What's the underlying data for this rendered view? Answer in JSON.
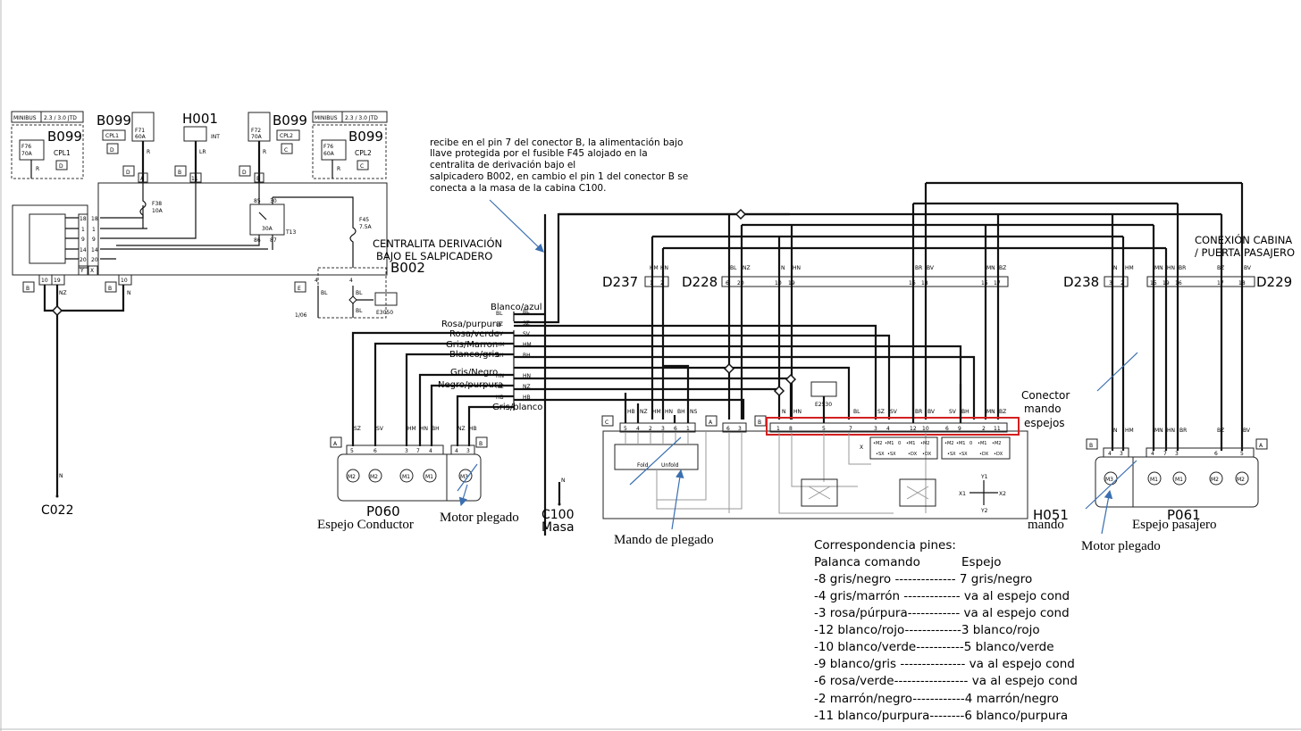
{
  "fuse_boxes": {
    "f1": {
      "top_left": "MINIBUS",
      "top_right": "2.3 / 3.0 JTD",
      "name": "B099",
      "fuse": "F76",
      "amps": "70A",
      "cpl": "CPL1",
      "letter": "D",
      "wire": "R"
    },
    "f2": {
      "name": "B099",
      "cpl": "CPL1",
      "fuse": "F71",
      "amps": "60A",
      "letter": "D",
      "wire": "R"
    },
    "f3": {
      "name": "H001",
      "pin": "INT",
      "letter": "B",
      "wire": "LR"
    },
    "f4": {
      "name": "B099",
      "cpl": "CPL2",
      "fuse": "F72",
      "amps": "70A",
      "letter": "C",
      "wire": "R"
    },
    "f5": {
      "top_left": "MINIBUS",
      "top_right": "2.3 / 3.0 JTD",
      "name": "B099",
      "fuse": "F76",
      "amps": "60A",
      "cpl": "CPL2",
      "letter": "C",
      "wire": "R"
    }
  },
  "centralita": {
    "title_1": "CENTRALITA DERIVACIÓN",
    "title_2": "BAJO EL SALPICADERO",
    "code": "B002",
    "fuse_f38": "F38",
    "fuse_f38_amps": "10A",
    "fuse_f45": "F45",
    "fuse_f45_amps": "7.5A",
    "relay": "T13",
    "relay_amps": "30A",
    "relay_pins": [
      "85",
      "30",
      "86",
      "87"
    ],
    "left_pins": [
      "18",
      "1",
      "9",
      "14",
      "20"
    ],
    "bottom_pins": [
      "10",
      "19",
      "10",
      "4",
      "4"
    ],
    "connector_letters": [
      "D",
      "A",
      "B",
      "D",
      "B",
      "B",
      "B",
      "E",
      "Y",
      "X"
    ],
    "top_pins": [
      "A",
      "11",
      "B"
    ],
    "labels_bl": "BL",
    "e3050": "E3050",
    "page_ref": "1/06"
  },
  "wire_labels": {
    "nz": "NZ",
    "n": "N"
  },
  "grounds": {
    "c022": "C022",
    "c100": "C100",
    "masa": "Masa"
  },
  "annotation_top": [
    "recibe en el pin 7 del conector B, la alimentación bajo",
    "llave protegida por el fusible F45 alojado en la",
    "centralita de derivación bajo el",
    "salpicadero B002, en cambio el pin 1 del conector B se",
    "conecta a la masa de la cabina C100."
  ],
  "harness": [
    {
      "desc": "Blanco/azul",
      "code": "BL"
    },
    {
      "desc": "Rosa/purpura",
      "code": "SZ"
    },
    {
      "desc": "Rosa/verde",
      "code": "SV"
    },
    {
      "desc": "Gris/Marron",
      "code": "HM"
    },
    {
      "desc": "Blanco/gris",
      "code": "BH"
    },
    {
      "desc": "Gris/Negro",
      "code": "HN"
    },
    {
      "desc": "Negro/purpura",
      "code": "NZ"
    },
    {
      "desc": "Gris/blanco",
      "code": "HB"
    }
  ],
  "connectors": {
    "d237": {
      "name": "D237",
      "pins": [
        "1",
        "2"
      ],
      "wires": [
        "HM",
        "HN"
      ]
    },
    "d228": {
      "name": "D228",
      "pins": [
        "6",
        "20",
        "10",
        "19",
        "16",
        "18",
        "15",
        "17"
      ],
      "wires": [
        "BL",
        "NZ",
        "N",
        "HN",
        "BR",
        "BV",
        "MN",
        "BZ"
      ]
    },
    "d238": {
      "name": "D238",
      "pins": [
        "3",
        "2"
      ],
      "wires": [
        "N",
        "HM"
      ]
    },
    "d229": {
      "name": "D229",
      "pins": [
        "15",
        "19",
        "16",
        "17",
        "18"
      ],
      "wires": [
        "MN",
        "HN",
        "BR",
        "BZ",
        "BV"
      ]
    }
  },
  "conexion_cabina": [
    "CONEXIÓN CABINA",
    "/ PUERTA PASAJERO"
  ],
  "p060": {
    "code": "P060",
    "label": "Espejo Conductor",
    "motor_label": "Motor plegado",
    "conn_a": "A",
    "conn_b": "B",
    "pins": [
      "5",
      "6",
      "3",
      "7",
      "4",
      "4",
      "3"
    ],
    "wires": [
      "SZ",
      "SV",
      "HM",
      "HN",
      "BH",
      "NZ",
      "HB"
    ],
    "motors": [
      "M2",
      "M2",
      "M1",
      "M1",
      "M3"
    ]
  },
  "h051": {
    "code": "H051",
    "label": "mando",
    "mando_plegado": "Mando de plegado",
    "conn_c": "C",
    "conn_a": "A",
    "conn_b": "B",
    "c_pins": [
      "5",
      "4",
      "2",
      "3",
      "6",
      "1"
    ],
    "c_wires": [
      "HB",
      "NZ",
      "HM",
      "HN",
      "BH",
      "NS"
    ],
    "a_pins": [
      "6",
      "3"
    ],
    "a_wires": [
      "BL",
      "NZ"
    ],
    "b_pins": [
      "1",
      "8",
      "5",
      "7",
      "3",
      "4",
      "12",
      "10",
      "6",
      "9",
      "2",
      "11"
    ],
    "b_wires": [
      "N",
      "HN",
      "BL",
      "SZ",
      "SV",
      "BR",
      "BV",
      "SV",
      "BH",
      "MN",
      "BZ"
    ],
    "fold": "Fold",
    "unfold": "Unfold",
    "e2530": "E2530",
    "conector_mando": [
      "Conector",
      "mando",
      "espejos"
    ],
    "switch_left": [
      "•M2",
      "•M1",
      "0",
      "•M1",
      "•M2",
      "•SX",
      "•SX",
      "•DX",
      "•DX"
    ],
    "switch_right": [
      "•M2",
      "•M1",
      "0",
      "•M1",
      "•M2",
      "•SX",
      "•SX",
      "•DX",
      "•DX"
    ],
    "axis": [
      "X1",
      "X2",
      "Y1",
      "Y2",
      "X"
    ]
  },
  "p061": {
    "code": "P061",
    "label": "Espejo pasajero",
    "motor_label": "Motor plegado",
    "conn_b": "B",
    "conn_a": "A",
    "pins": [
      "4",
      "3",
      "4",
      "7",
      "3",
      "6",
      "5"
    ],
    "wires": [
      "N",
      "HM",
      "MN",
      "HN",
      "BR",
      "BZ",
      "BV"
    ],
    "motors": [
      "M3",
      "M1",
      "M1",
      "M2",
      "M2"
    ]
  },
  "correspondencia": {
    "title": "Correspondencia pines:",
    "col1": "Palanca comando",
    "col2": "Espejo",
    "rows": [
      "-8 gris/negro -------------- 7 gris/negro",
      "-4 gris/marrón ------------- va al espejo cond",
      "-3 rosa/púrpura------------ va al espejo cond",
      "-12 blanco/rojo-------------3 blanco/rojo",
      "-10 blanco/verde-----------5 blanco/verde",
      "-9 blanco/gris --------------- va al espejo cond",
      "-6 rosa/verde----------------- va al espejo cond",
      "-2 marrón/negro------------4 marrón/negro",
      "-11 blanco/purpura--------6 blanco/purpura"
    ]
  }
}
